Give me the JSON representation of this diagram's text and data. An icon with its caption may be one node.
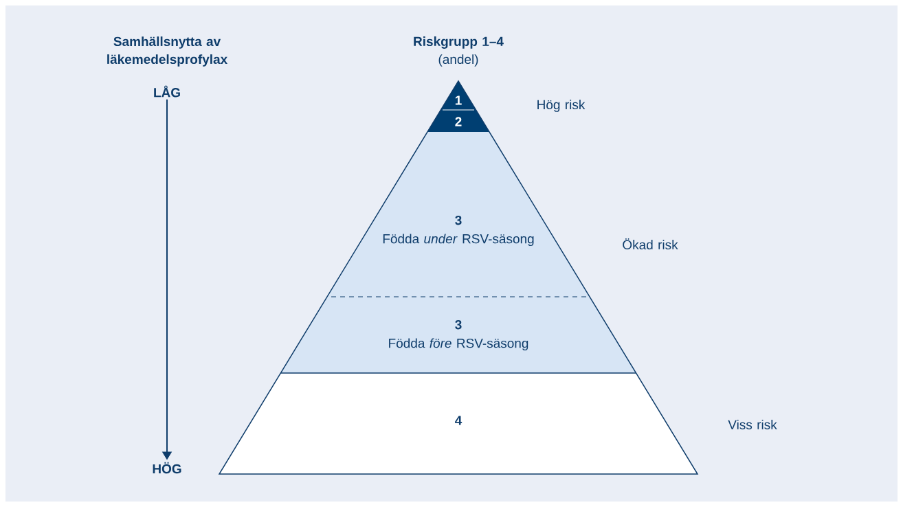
{
  "diagram": {
    "nodes": [
      {
        "text": [
          "LÅG"
        ]
      },
      {
        "text": [
          "HÖG"
        ]
      },
      {
        "text": [
          "1"
        ]
      },
      {
        "text": [
          "2"
        ]
      },
      {
        "text": [
          "3",
          "Födda *under* RSV-säsong"
        ]
      },
      {
        "text": [
          "3",
          "Födda *före* RSV-säsong"
        ]
      },
      {
        "text": [
          "4"
        ]
      }
    ],
    "edges": [
      {
        "from": 0,
        "to": 1,
        "arrow": "to"
      }
    ],
    "labels": [
      "Samhällsnytta av läkemedelsprofylax",
      "Riskgrupp 1–4",
      "(andel)",
      "Hög risk",
      "Ökad risk",
      "Viss risk"
    ]
  }
}
